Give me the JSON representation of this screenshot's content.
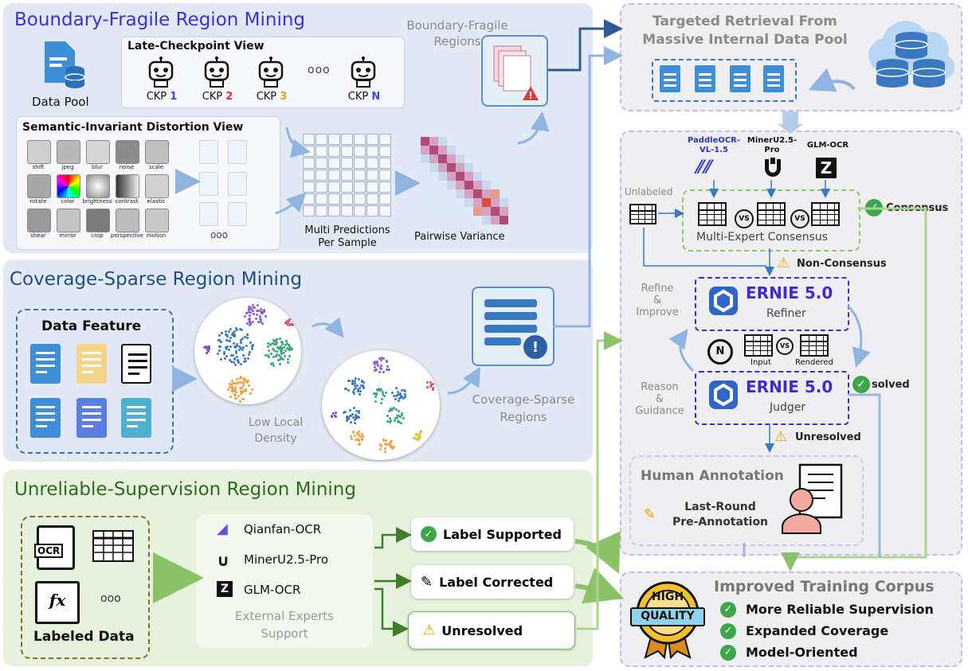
{
  "boundary": {
    "title": "Boundary-Fragile Region Mining",
    "data_pool": "Data Pool",
    "late_checkpoint_view": "Late-Checkpoint View",
    "checkpoints": [
      {
        "prefix": "CKP ",
        "num": "1",
        "color": "#3b4ad8"
      },
      {
        "prefix": "CKP ",
        "num": "2",
        "color": "#e03030"
      },
      {
        "prefix": "CKP ",
        "num": "3",
        "color": "#e0a020"
      },
      {
        "prefix": "CKP ",
        "num": "N",
        "color": "#3b4ad8"
      }
    ],
    "ellipsis": "ooo",
    "distortion_view": "Semantic-Invariant Distortion View",
    "distortions": [
      "shift",
      "jpeg",
      "blur",
      "noise",
      "scale",
      "rotate",
      "color",
      "brightness",
      "contrast",
      "elastic",
      "shear",
      "mirror",
      "crop",
      "perspective",
      "motion"
    ],
    "multi_predictions": "Multi Predictions\nPer Sample",
    "pairwise_variance": "Pairwise Variance",
    "regions_label": "Boundary-Fragile\nRegions"
  },
  "coverage": {
    "title": "Coverage-Sparse Region Mining",
    "data_feature": "Data Feature",
    "low_density": "Low Local\nDensity",
    "regions_label": "Coverage-Sparse\nRegions"
  },
  "unreliable": {
    "title": "Unreliable-Supervision Region Mining",
    "labeled_data": "Labeled Data",
    "ocr_tag": "OCR",
    "fx_tag": "fx",
    "ellipsis": "ooo",
    "experts": [
      "Qianfan-OCR",
      "MinerU2.5-Pro",
      "GLM-OCR"
    ],
    "experts_caption": "External Experts\nSupport",
    "outcomes": [
      "Label Supported",
      "Label Corrected",
      "Unresolved"
    ]
  },
  "retrieval": {
    "title": "Targeted Retrieval From\nMassive Internal Data Pool"
  },
  "consensus": {
    "experts": [
      "PaddleOCR-\nVL-1.5",
      "MinerU2.5-\nPro",
      "GLM-OCR"
    ],
    "unlabeled": "Unlabeled",
    "vs": "VS",
    "multi_expert": "Multi-Expert Consensus",
    "consensus": "Consensus",
    "non_consensus": "Non-Consensus",
    "refiner_name": "ERNIE 5.0",
    "refiner_role": "Refiner",
    "judger_name": "ERNIE 5.0",
    "judger_role": "Judger",
    "refine_improve": "Refine\n&\nImprove",
    "reason_guidance": "Reason\n&\nGuidance",
    "input": "Input",
    "rendered": "Rendered",
    "solved": "solved",
    "unresolved": "Unresolved",
    "human_annotation": "Human Annotation",
    "pre_annotation": "Last-Round\nPre-Annotation"
  },
  "corpus": {
    "title": "Improved Training Corpus",
    "badge_top": "HIGH",
    "badge_bottom": "QUALITY",
    "items": [
      "More Reliable Supervision",
      "Expanded Coverage",
      "Model-Oriented"
    ]
  },
  "colors": {
    "title_blue": "#3a32d6",
    "title_navy": "#1f4e86",
    "title_green": "#2f6b1e",
    "arrow_blue": "#3a78c2",
    "arrow_green": "#8cc26a",
    "panel_blue": "#e6ebf5",
    "panel_green": "#e9f3e2",
    "ernie_purple": "#3d2bd0"
  }
}
